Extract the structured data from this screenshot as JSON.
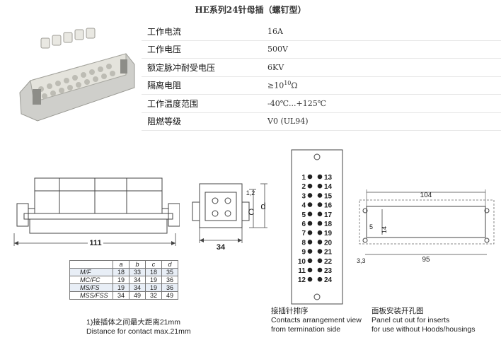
{
  "title": "HE系列24针母插（螺钉型）",
  "specs": [
    {
      "label": "工作电流",
      "value": "16A"
    },
    {
      "label": "工作电压",
      "value": "500V"
    },
    {
      "label": "额定脉冲耐受电压",
      "value": "6KV"
    },
    {
      "label": "隔离电阻",
      "value": "≥10",
      "sup": "10",
      "unit": "Ω"
    },
    {
      "label": "工作温度范围",
      "value": "-40℃...+125℃"
    },
    {
      "label": "阻燃等级",
      "value": "V0 (UL94)"
    }
  ],
  "drawing": {
    "width_main": "111",
    "width_side": "34",
    "dim_c": "C",
    "dim_d": "d",
    "dim_12": "1,2",
    "panel_width": "104",
    "panel_hole": "95",
    "panel_height": "14",
    "panel_five": "5",
    "panel_offset": "3,3"
  },
  "pins_left": [
    "1",
    "2",
    "3",
    "4",
    "5",
    "6",
    "7",
    "8",
    "9",
    "10",
    "11",
    "12"
  ],
  "pins_right": [
    "13",
    "14",
    "15",
    "16",
    "17",
    "18",
    "19",
    "20",
    "21",
    "22",
    "23",
    "24"
  ],
  "dim_table": {
    "headers": [
      "",
      "a",
      "b",
      "c",
      "d"
    ],
    "rows": [
      [
        "M/F",
        "18",
        "33",
        "18",
        "35"
      ],
      [
        "MC/FC",
        "19",
        "34",
        "19",
        "36"
      ],
      [
        "MS/FS",
        "19",
        "34",
        "19",
        "36"
      ],
      [
        "MSS/FSS",
        "34",
        "49",
        "32",
        "49"
      ]
    ]
  },
  "notes": {
    "footnote_cn": "1)接插体之间最大距离21mm",
    "footnote_en": "Distance for contact max.21mm",
    "pin_cn": "接插针排序",
    "pin_en1": "Contacts arrangement view",
    "pin_en2": "from termination side",
    "panel_cn": "面板安装开孔图",
    "panel_en1": "Panel cut out for inserts",
    "panel_en2": "for use without Hoods/housings"
  }
}
